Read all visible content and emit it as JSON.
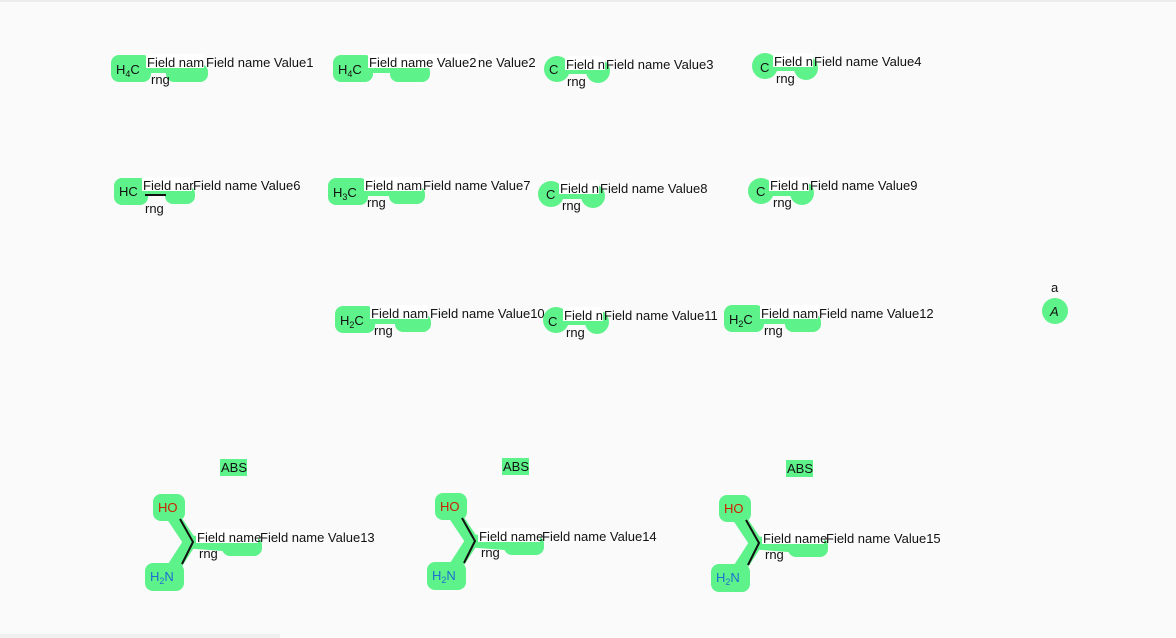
{
  "highlight_color": "#5ef28a",
  "text_color": "#111111",
  "oxygen_color": "#cc2200",
  "nitrogen_color": "#1f6fd0",
  "field_tags": [
    {
      "label": "Field nam",
      "value": "Field name Value1",
      "sub": "rng"
    },
    {
      "label": "Field name Value2",
      "value": "ne Value2",
      "sub": ""
    },
    {
      "label": "Field n",
      "value": "Field name Value3",
      "sub": "rng"
    },
    {
      "label": "Field n",
      "value": "Field name Value4",
      "sub": "rng"
    },
    {
      "label": "Field nar",
      "value": "Field name Value6",
      "sub": "rng"
    },
    {
      "label": "Field nam",
      "value": "Field name Value7",
      "sub": "rng"
    },
    {
      "label": "Field n",
      "value": "Field name Value8",
      "sub": "rng"
    },
    {
      "label": "Field n",
      "value": "Field name Value9",
      "sub": "rng"
    },
    {
      "label": "Field nam",
      "value": "Field name Value10",
      "sub": "rng"
    },
    {
      "label": "Field n",
      "value": "Field name Value11",
      "sub": "rng"
    },
    {
      "label": "Field nam",
      "value": "Field name Value12",
      "sub": "rng"
    },
    {
      "label": "Field name",
      "value": "Field name Value13",
      "sub": "rng"
    },
    {
      "label": "Field name",
      "value": "Field name Value14",
      "sub": "rng"
    },
    {
      "label": "Field name",
      "value": "Field name Value15",
      "sub": "rng"
    }
  ],
  "atom_labels": {
    "m1": {
      "main": "H",
      "sub": "4",
      "tail": "C"
    },
    "m2": {
      "main": "H",
      "sub": "4",
      "tail": "C"
    },
    "m3": {
      "main": "C"
    },
    "m4": {
      "main": "C"
    },
    "m6": {
      "main": "HC"
    },
    "m7": {
      "main": "H",
      "sub": "3",
      "tail": "C"
    },
    "m8": {
      "main": "C"
    },
    "m9": {
      "main": "C"
    },
    "m10": {
      "main": "H",
      "sub": "2",
      "tail": "C"
    },
    "m11": {
      "main": "C"
    },
    "m12": {
      "main": "H",
      "sub": "2",
      "tail": "C"
    }
  },
  "abs_labels": [
    "ABS",
    "ABS",
    "ABS"
  ],
  "hydroxyl": {
    "main": "HO"
  },
  "amine": {
    "main": "H",
    "sub": "2",
    "tail": "N"
  },
  "single_atom": {
    "top": "a",
    "label": "A"
  }
}
